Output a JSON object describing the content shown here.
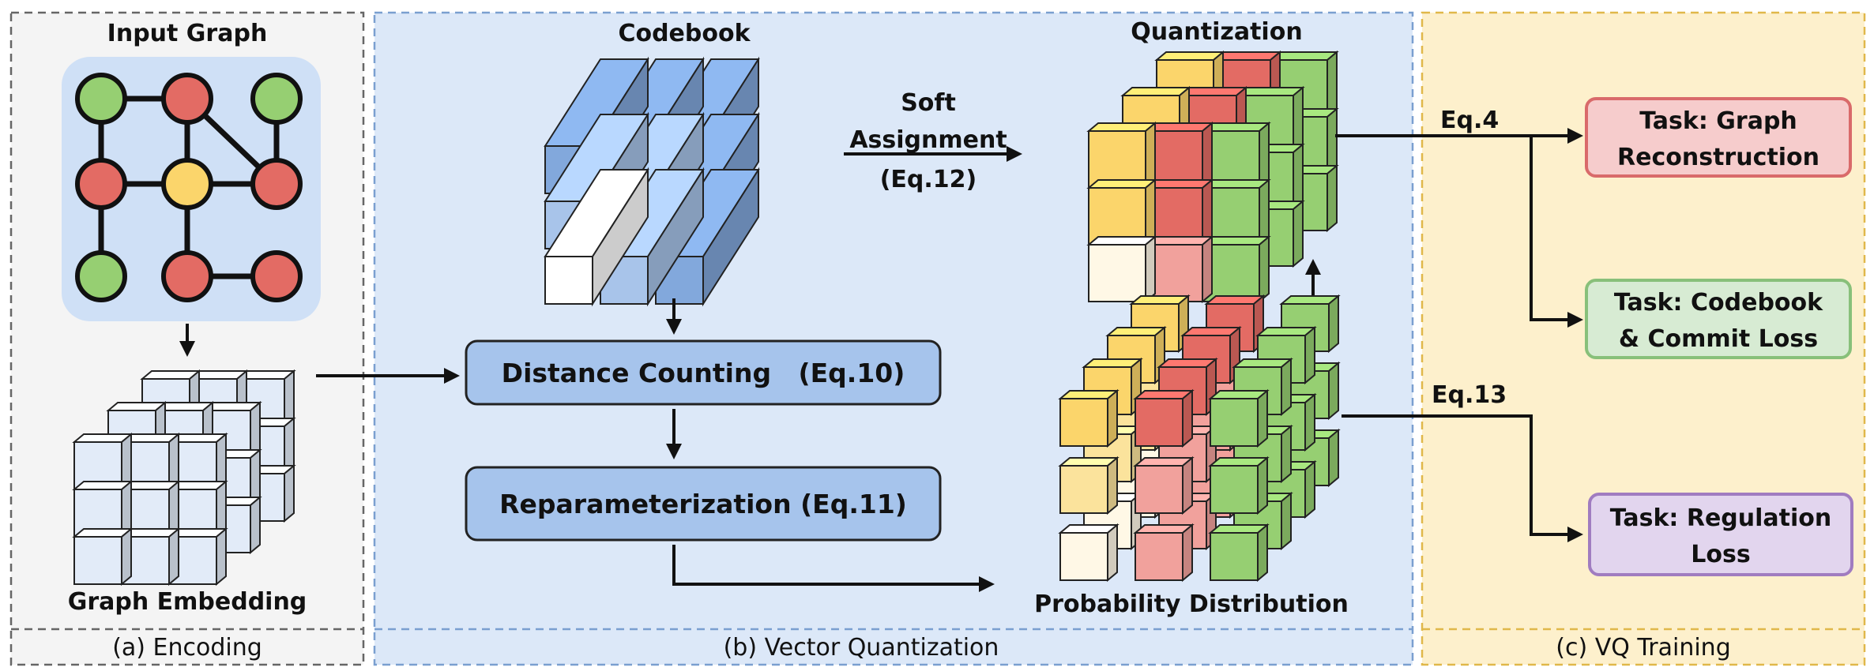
{
  "panels": {
    "encoding": {
      "caption": "(a) Encoding",
      "title": "Input Graph",
      "embedding_label": "Graph Embedding"
    },
    "vq": {
      "caption": "(b) Vector Quantization",
      "codebook_label": "Codebook",
      "soft_assign_line1": "Soft",
      "soft_assign_line2": "Assignment",
      "soft_assign_line3": "(Eq.12)",
      "quantization_label": "Quantization",
      "distance_box": "Distance Counting   (Eq.10)",
      "reparam_box": "Reparameterization (Eq.11)",
      "prob_label": "Probability Distribution"
    },
    "training": {
      "caption": "(c) VQ Training",
      "eq4": "Eq.4",
      "eq13": "Eq.13",
      "task1_line1": "Task: Graph",
      "task1_line2": "Reconstruction",
      "task2_line1": "Task: Codebook",
      "task2_line2": "& Commit Loss",
      "task3_line1": "Task: Regulation",
      "task3_line2": "Loss"
    }
  },
  "colors": {
    "encoding_bg": "#f4f4f4",
    "vq_bg": "#dce8f8",
    "training_bg": "#fdf0cc",
    "node_green": "#96cf72",
    "node_red": "#e36b64",
    "node_yellow": "#fbd56b",
    "task_red": "#f6cccc",
    "task_green": "#d7ebd3",
    "task_purple": "#e2d5ee"
  }
}
